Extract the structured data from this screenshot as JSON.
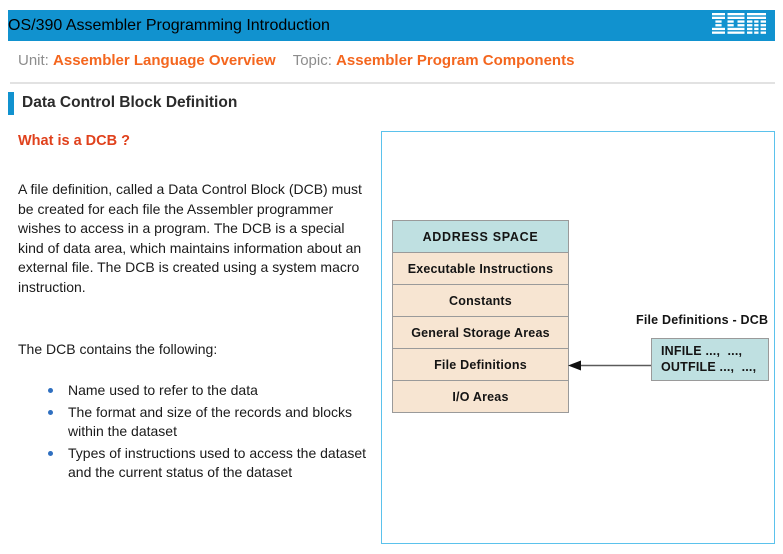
{
  "header": {
    "course_title": "OS/390 Assembler Programming Introduction",
    "brand_logo": "ibm-logo",
    "brand_color": "#1192cf"
  },
  "breadcrumb": {
    "unit_label": "Unit:",
    "unit_value": "Assembler Language Overview",
    "topic_label": "Topic:",
    "topic_value": "Assembler Program Components",
    "label_color": "#8d8d8d",
    "value_color": "#f4661e"
  },
  "section": {
    "title": "Data Control Block Definition",
    "accent_color": "#1192cf"
  },
  "content": {
    "subheading": "What is a DCB ?",
    "subheading_color": "#e0411c",
    "paragraph": "A file definition, called a Data Control Block (DCB) must be created for each file the Assembler programmer wishes to access in a program. The DCB is a special kind of data area, which maintains information about an external file. The DCB is created using a system macro instruction.",
    "contains_intro": "The DCB contains the following:",
    "bullets": [
      "Name used to refer to the data",
      "The format and size of the records and blocks within the dataset",
      "Types of instructions used to access the dataset and the current status of the dataset"
    ],
    "bullet_color": "#2f6fc0"
  },
  "diagram": {
    "border_color": "#5bc2ec",
    "header_fill": "#bfe0e1",
    "row_fill": "#f7e5d2",
    "address_space": {
      "header": "ADDRESS SPACE",
      "rows": [
        "Executable Instructions",
        "Constants",
        "General Storage Areas",
        "File Definitions",
        "I/O Areas"
      ]
    },
    "callout": {
      "caption": "File Definitions - DCB",
      "lines": [
        "INFILE ...,  ...,",
        "OUTFILE ...,  ...,"
      ],
      "arrow": "left-arrow-icon"
    }
  }
}
